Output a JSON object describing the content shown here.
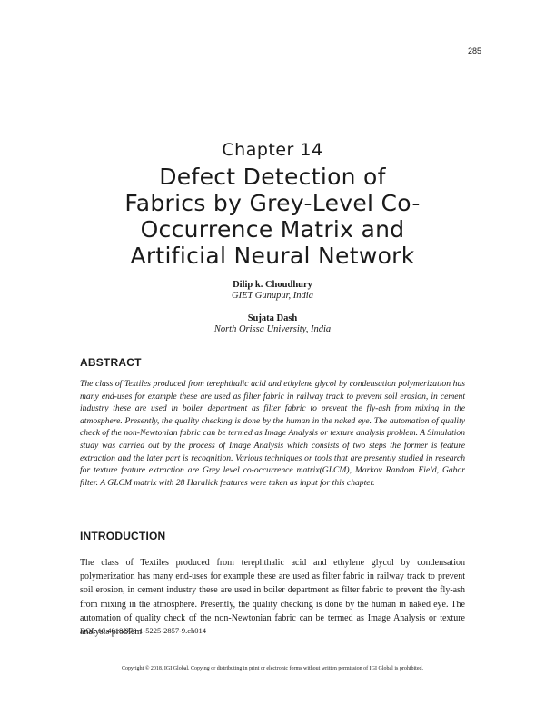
{
  "page": {
    "number": "285",
    "chapter_label": "Chapter 14",
    "title_lines": [
      "Defect Detection of",
      "Fabrics by Grey-Level Co-",
      "Occurrence Matrix and",
      "Artificial Neural Network"
    ]
  },
  "authors": [
    {
      "name": "Dilip k. Choudhury",
      "affiliation": "GIET Gunupur, India"
    },
    {
      "name": "Sujata Dash",
      "affiliation": "North Orissa University, India"
    }
  ],
  "abstract": {
    "heading": "ABSTRACT",
    "text": "The class of Textiles produced from terephthalic acid and ethylene glycol by condensation polymerization has many end-uses for example these are used as filter fabric in railway track to prevent soil erosion, in cement industry these are used in boiler department as filter fabric to prevent the fly-ash from mixing in the atmosphere. Presently, the quality checking is done by the human in the naked eye. The automation of quality check of the non-Newtonian fabric can be termed as Image Analysis or texture analysis problem. A Simulation study was carried out by the process of Image Analysis which consists of two steps the former is feature extraction and the later part is recognition. Various techniques or tools that are presently studied in research for texture feature extraction are Grey level co-occurrence matrix(GLCM), Markov Random Field, Gabor filter. A GLCM matrix with 28 Haralick features were taken as input for this chapter."
  },
  "introduction": {
    "heading": "INTRODUCTION",
    "text": "The class of Textiles produced from terephthalic acid and ethylene glycol by condensation polymerization has many end-uses for example these are used as filter fabric in railway track to prevent soil erosion, in cement industry these are used in boiler department as filter fabric to prevent the fly-ash from mixing in the atmosphere. Presently, the quality checking is done by the human in naked eye. The automation of quality check of the non-Newtonian fabric can be termed as Image Analysis or texture analysis problem"
  },
  "footer": {
    "doi": "DOI: 10.4018/978-1-5225-2857-9.ch014",
    "copyright": "Copyright © 2018, IGI Global. Copying or distributing in print or electronic forms without written permission of IGI Global is prohibited."
  }
}
